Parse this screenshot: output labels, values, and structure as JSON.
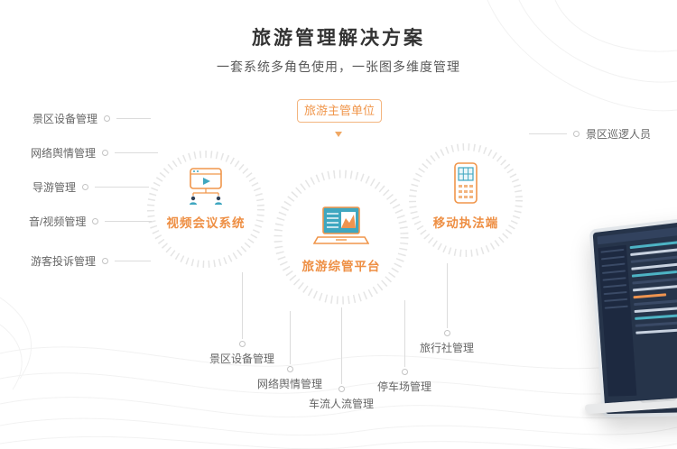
{
  "page": {
    "title": "旅游管理解决方案",
    "subtitle": "一套系统多角色使用，一张图多维度管理"
  },
  "badge": {
    "label": "旅游主管单位"
  },
  "nodes": {
    "video_conference": {
      "label": "视频会议系统"
    },
    "platform": {
      "label": "旅游综管平台"
    },
    "mobile_enforcement": {
      "label": "移动执法端"
    }
  },
  "left_labels": [
    "景区设备管理",
    "网络舆情管理",
    "导游管理",
    "音/视频管理",
    "游客投诉管理"
  ],
  "right_labels": [
    "景区巡逻人员"
  ],
  "bottom_labels": [
    "景区设备管理",
    "网络舆情管理",
    "车流人流管理",
    "停车场管理",
    "旅行社管理"
  ],
  "colors": {
    "accent_orange": "#f0964b",
    "teal": "#3fa7c0",
    "title_text": "#333333",
    "body_text": "#666666",
    "line": "#dcdcdc",
    "ring": "#e5e5e5",
    "laptop_screen": "#26344a"
  }
}
